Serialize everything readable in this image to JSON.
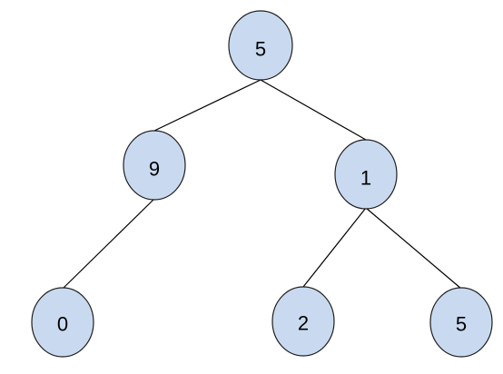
{
  "diagram": {
    "nodes": [
      {
        "id": "root",
        "label": "5"
      },
      {
        "id": "left",
        "label": "9"
      },
      {
        "id": "right",
        "label": "1"
      },
      {
        "id": "left-left",
        "label": "0"
      },
      {
        "id": "right-left",
        "label": "2"
      },
      {
        "id": "right-right",
        "label": "5"
      }
    ],
    "edges": [
      {
        "from": "root",
        "to": "left"
      },
      {
        "from": "root",
        "to": "right"
      },
      {
        "from": "left",
        "to": "left-left"
      },
      {
        "from": "right",
        "to": "right-left"
      },
      {
        "from": "right",
        "to": "right-right"
      }
    ],
    "colors": {
      "node_fill": "#c9daf0",
      "node_stroke": "#1f1f1f",
      "edge": "#000000"
    }
  }
}
